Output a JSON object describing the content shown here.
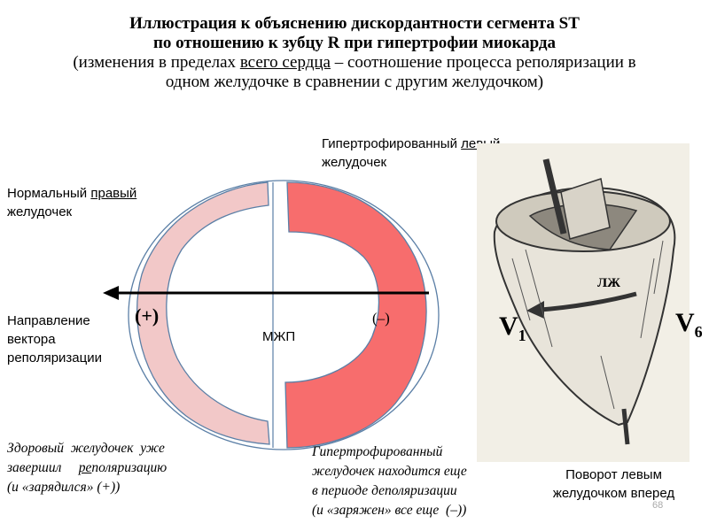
{
  "title": {
    "line1": "Иллюстрация к объяснению дискордантности сегмента ST",
    "line2": "по отношению к зубцу R при гипертрофии миокарда",
    "line3_pre": "(изменения в пределах ",
    "line3_u": "всего сердца",
    "line3_post": " – соотношение процесса реполяризации в",
    "line4": "одном желудочке в сравнении с другим желудочком)"
  },
  "labels": {
    "right_ventricle_pre": "Нормальный ",
    "right_ventricle_u": "правый",
    "right_ventricle_line2": "желудочек",
    "left_ventricle_pre": "Гипертрофированный ",
    "left_ventricle_u": "левый",
    "left_ventricle_line2": "желудочек",
    "vector_line1": "Направление",
    "vector_line2": "вектора",
    "vector_line3": "реполяризации",
    "plus_sign": "(+)",
    "minus_sign": "(–)",
    "septum": "МЖП"
  },
  "notes": {
    "healthy_line1": "Здоровый  желудочек  уже",
    "healthy_line2_pre": "завершил     ",
    "healthy_line2_u": "ре",
    "healthy_line2_post": "поляризацию",
    "healthy_line3": "(и «зарядился» (+))",
    "hyper_line1": "Гипертрофированный",
    "hyper_line2": "желудочек находится еще",
    "hyper_line3": "в периоде деполяризации",
    "hyper_line4": "(и «заряжен» все еще  (–))"
  },
  "photo": {
    "lv_label": "ЛЖ",
    "v1_main": "V",
    "v1_sub": "1",
    "v6_main": "V",
    "v6_sub": "6",
    "caption_line1": "Поворот левым",
    "caption_line2": "желудочком вперед"
  },
  "page_number": "68",
  "colors": {
    "right_ventricle_fill": "#f2c8c8",
    "left_ventricle_fill": "#f76d6d",
    "outline": "#5b7fa6",
    "arrow": "#000000"
  }
}
